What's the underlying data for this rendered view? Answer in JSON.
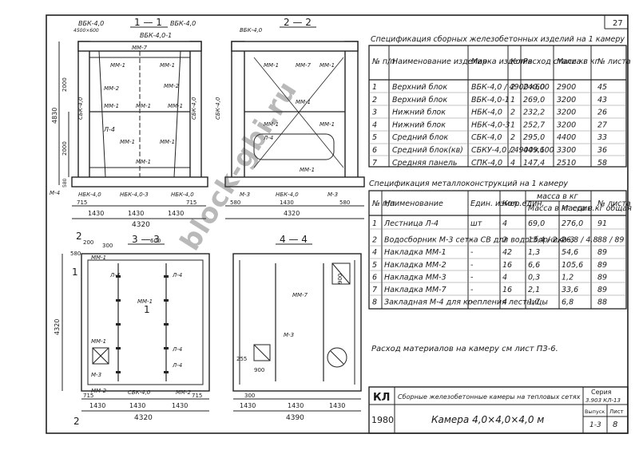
{
  "sheet": {
    "page_number": "27",
    "watermark": "block-gbi.ru"
  },
  "drawings": {
    "section_1_1": "1 — 1",
    "section_2_2": "2 — 2",
    "section_3_3": "3 — 3",
    "section_4_4": "4 — 4",
    "label_vbk40_top": "ВБК-4,0",
    "label_vbk40_size": "4500×600",
    "label_vbk401": "ВБК-4,0-1",
    "label_sbk40": "СБК-4,0",
    "label_nbk40": "НБК-4,0",
    "label_nbk403": "НБК-4,0-3",
    "label_mm1": "ММ-1",
    "label_mm2": "ММ-2",
    "label_mm3": "ММ-3",
    "label_mm7": "ММ-7",
    "label_m4": "М-4",
    "label_m3": "М-3",
    "label_l4": "Л-4",
    "dim_4830": "4830",
    "dim_4320": "4320",
    "dim_1430": "1430",
    "dim_715": "715",
    "dim_2000": "2000",
    "dim_580": "580",
    "dim_300": "300",
    "dim_900": "900",
    "dim_255": "255",
    "dim_600": "600",
    "dim_200": "200",
    "dim_300_a": "300",
    "dim_4390": "4390"
  },
  "spec_precast": {
    "title": "Спецификация сборных железобетонных изделий на 1 камеру",
    "headers": [
      "№ п/п",
      "Наименование изделия",
      "Марка изделия",
      "Кол",
      "Расход стали кг",
      "Масса в кг",
      "№ листа"
    ],
    "rows": [
      [
        "1",
        "Верхний блок",
        "ВБК-4,0 / 4900×600",
        "2",
        "240,0",
        "2900",
        "45"
      ],
      [
        "2",
        "Верхний блок",
        "ВБК-4,0-1",
        "1",
        "269,0",
        "3200",
        "43"
      ],
      [
        "3",
        "Нижний блок",
        "НБК-4,0",
        "2",
        "232,2",
        "3200",
        "26"
      ],
      [
        "4",
        "Нижний блок",
        "НБК-4,0-3",
        "1",
        "252,7",
        "3200",
        "27"
      ],
      [
        "5",
        "Средний блок",
        "СБК-4,0",
        "2",
        "295,0",
        "4400",
        "33"
      ],
      [
        "6",
        "Средний блок(кв)",
        "СБКУ-4,0 / 4900×600",
        "2",
        "449,1",
        "3300",
        "36"
      ],
      [
        "7",
        "Средняя панель",
        "СПК-4,0",
        "4",
        "147,4",
        "2510",
        "58"
      ]
    ]
  },
  "spec_metal": {
    "title": "Спецификация металлоконструкций на 1 камеру",
    "headers": [
      "№ п/п",
      "Наименование",
      "Един. измер.",
      "Кол. един.",
      "Масса в кг един.",
      "Масса в кг общая",
      "№ листа"
    ],
    "group_header": "масса в кг",
    "rows": [
      [
        "1",
        "Лестница Л-4",
        "шт",
        "4",
        "69,0",
        "276,0",
        "91"
      ],
      [
        "2",
        "Водосборник М-3 сетка СВ для водосборника-3",
        "-",
        "2",
        "13,4 / 2,4",
        "26,8 / 4,8",
        "88 / 89"
      ],
      [
        "4",
        "Накладка ММ-1",
        "-",
        "42",
        "1,3",
        "54,6",
        "89"
      ],
      [
        "5",
        "Накладка ММ-2",
        "-",
        "16",
        "6,6",
        "105,6",
        "89"
      ],
      [
        "6",
        "Накладка ММ-3",
        "-",
        "4",
        "0,3",
        "1,2",
        "89"
      ],
      [
        "7",
        "Накладка ММ-7",
        "-",
        "16",
        "2,1",
        "33,6",
        "89"
      ],
      [
        "8",
        "Закладная М-4 для крепления лестницы",
        "-",
        "4",
        "1,7",
        "6,8",
        "88"
      ]
    ]
  },
  "note": "Расход материалов на камеру см лист ПЗ-6.",
  "title_block": {
    "code": "КЛ",
    "year": "1980",
    "description": "Сборные железобетонные камеры на тепловых сетях",
    "series_label": "Серия",
    "series_value": "3.903 КЛ-13",
    "title": "Камера 4,0×4,0×4,0 м",
    "issue_label": "Выпуск",
    "issue_value": "1-3",
    "sheet_label": "Лист",
    "sheet_value": "8"
  }
}
